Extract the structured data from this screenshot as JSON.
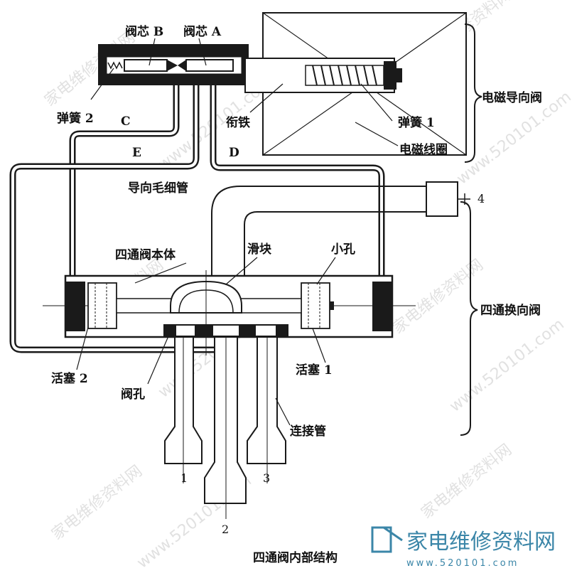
{
  "labels": {
    "valve_core_b": "阀芯 B",
    "valve_core_a": "阀芯 A",
    "spring_2": "弹簧 2",
    "port_c": "C",
    "port_e": "E",
    "port_d": "D",
    "armature": "衔铁",
    "spring_1": "弹簧 1",
    "solenoid_coil": "电磁线圈",
    "solenoid_pilot_valve": "电磁导向阀",
    "pilot_capillary": "导向毛细管",
    "pipe_4": "4",
    "valve_body": "四通阀本体",
    "slider": "滑块",
    "small_hole": "小孔",
    "reversing_valve": "四通换向阀",
    "piston_2": "活塞 2",
    "piston_1": "活塞 1",
    "valve_port": "阀孔",
    "connecting_pipe": "连接管",
    "pipe_1": "1",
    "pipe_3": "3",
    "pipe_2": "2",
    "caption": "四通阀内部结构"
  },
  "watermark": {
    "site_cn": "家电维修资料网",
    "site_url": "www.520101.com",
    "logo_cn": "家电维修资料网",
    "logo_url": "www.520101.com"
  }
}
